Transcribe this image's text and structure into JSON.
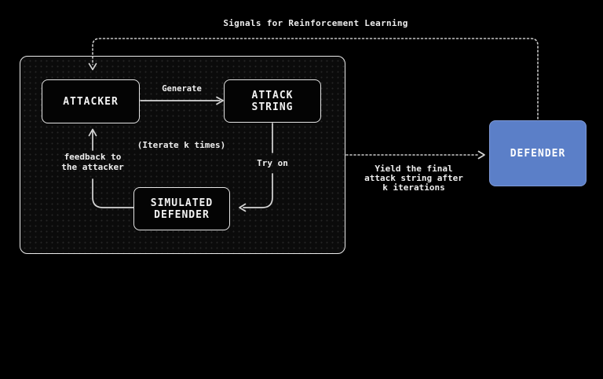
{
  "diagram": {
    "title": "Signals for Reinforcement Learning",
    "nodes": {
      "attacker": "ATTACKER",
      "attack_string": "ATTACK\nSTRING",
      "simulated_defender": "SIMULATED\nDEFENDER",
      "defender": "DEFENDER"
    },
    "labels": {
      "generate": "Generate",
      "iterate": "(Iterate k times)",
      "try_on": "Try on",
      "feedback": "feedback to\nthe attacker",
      "yield_final": "Yield the final\nattack string after\nk iterations"
    },
    "colors": {
      "background": "#000000",
      "panel_border": "#eaeaea",
      "node_border": "#e3e3e3",
      "line": "#d6d6d6",
      "text": "#f2f2f2",
      "defender_fill": "#5b7fc8",
      "defender_border": "#7e99d6"
    }
  }
}
